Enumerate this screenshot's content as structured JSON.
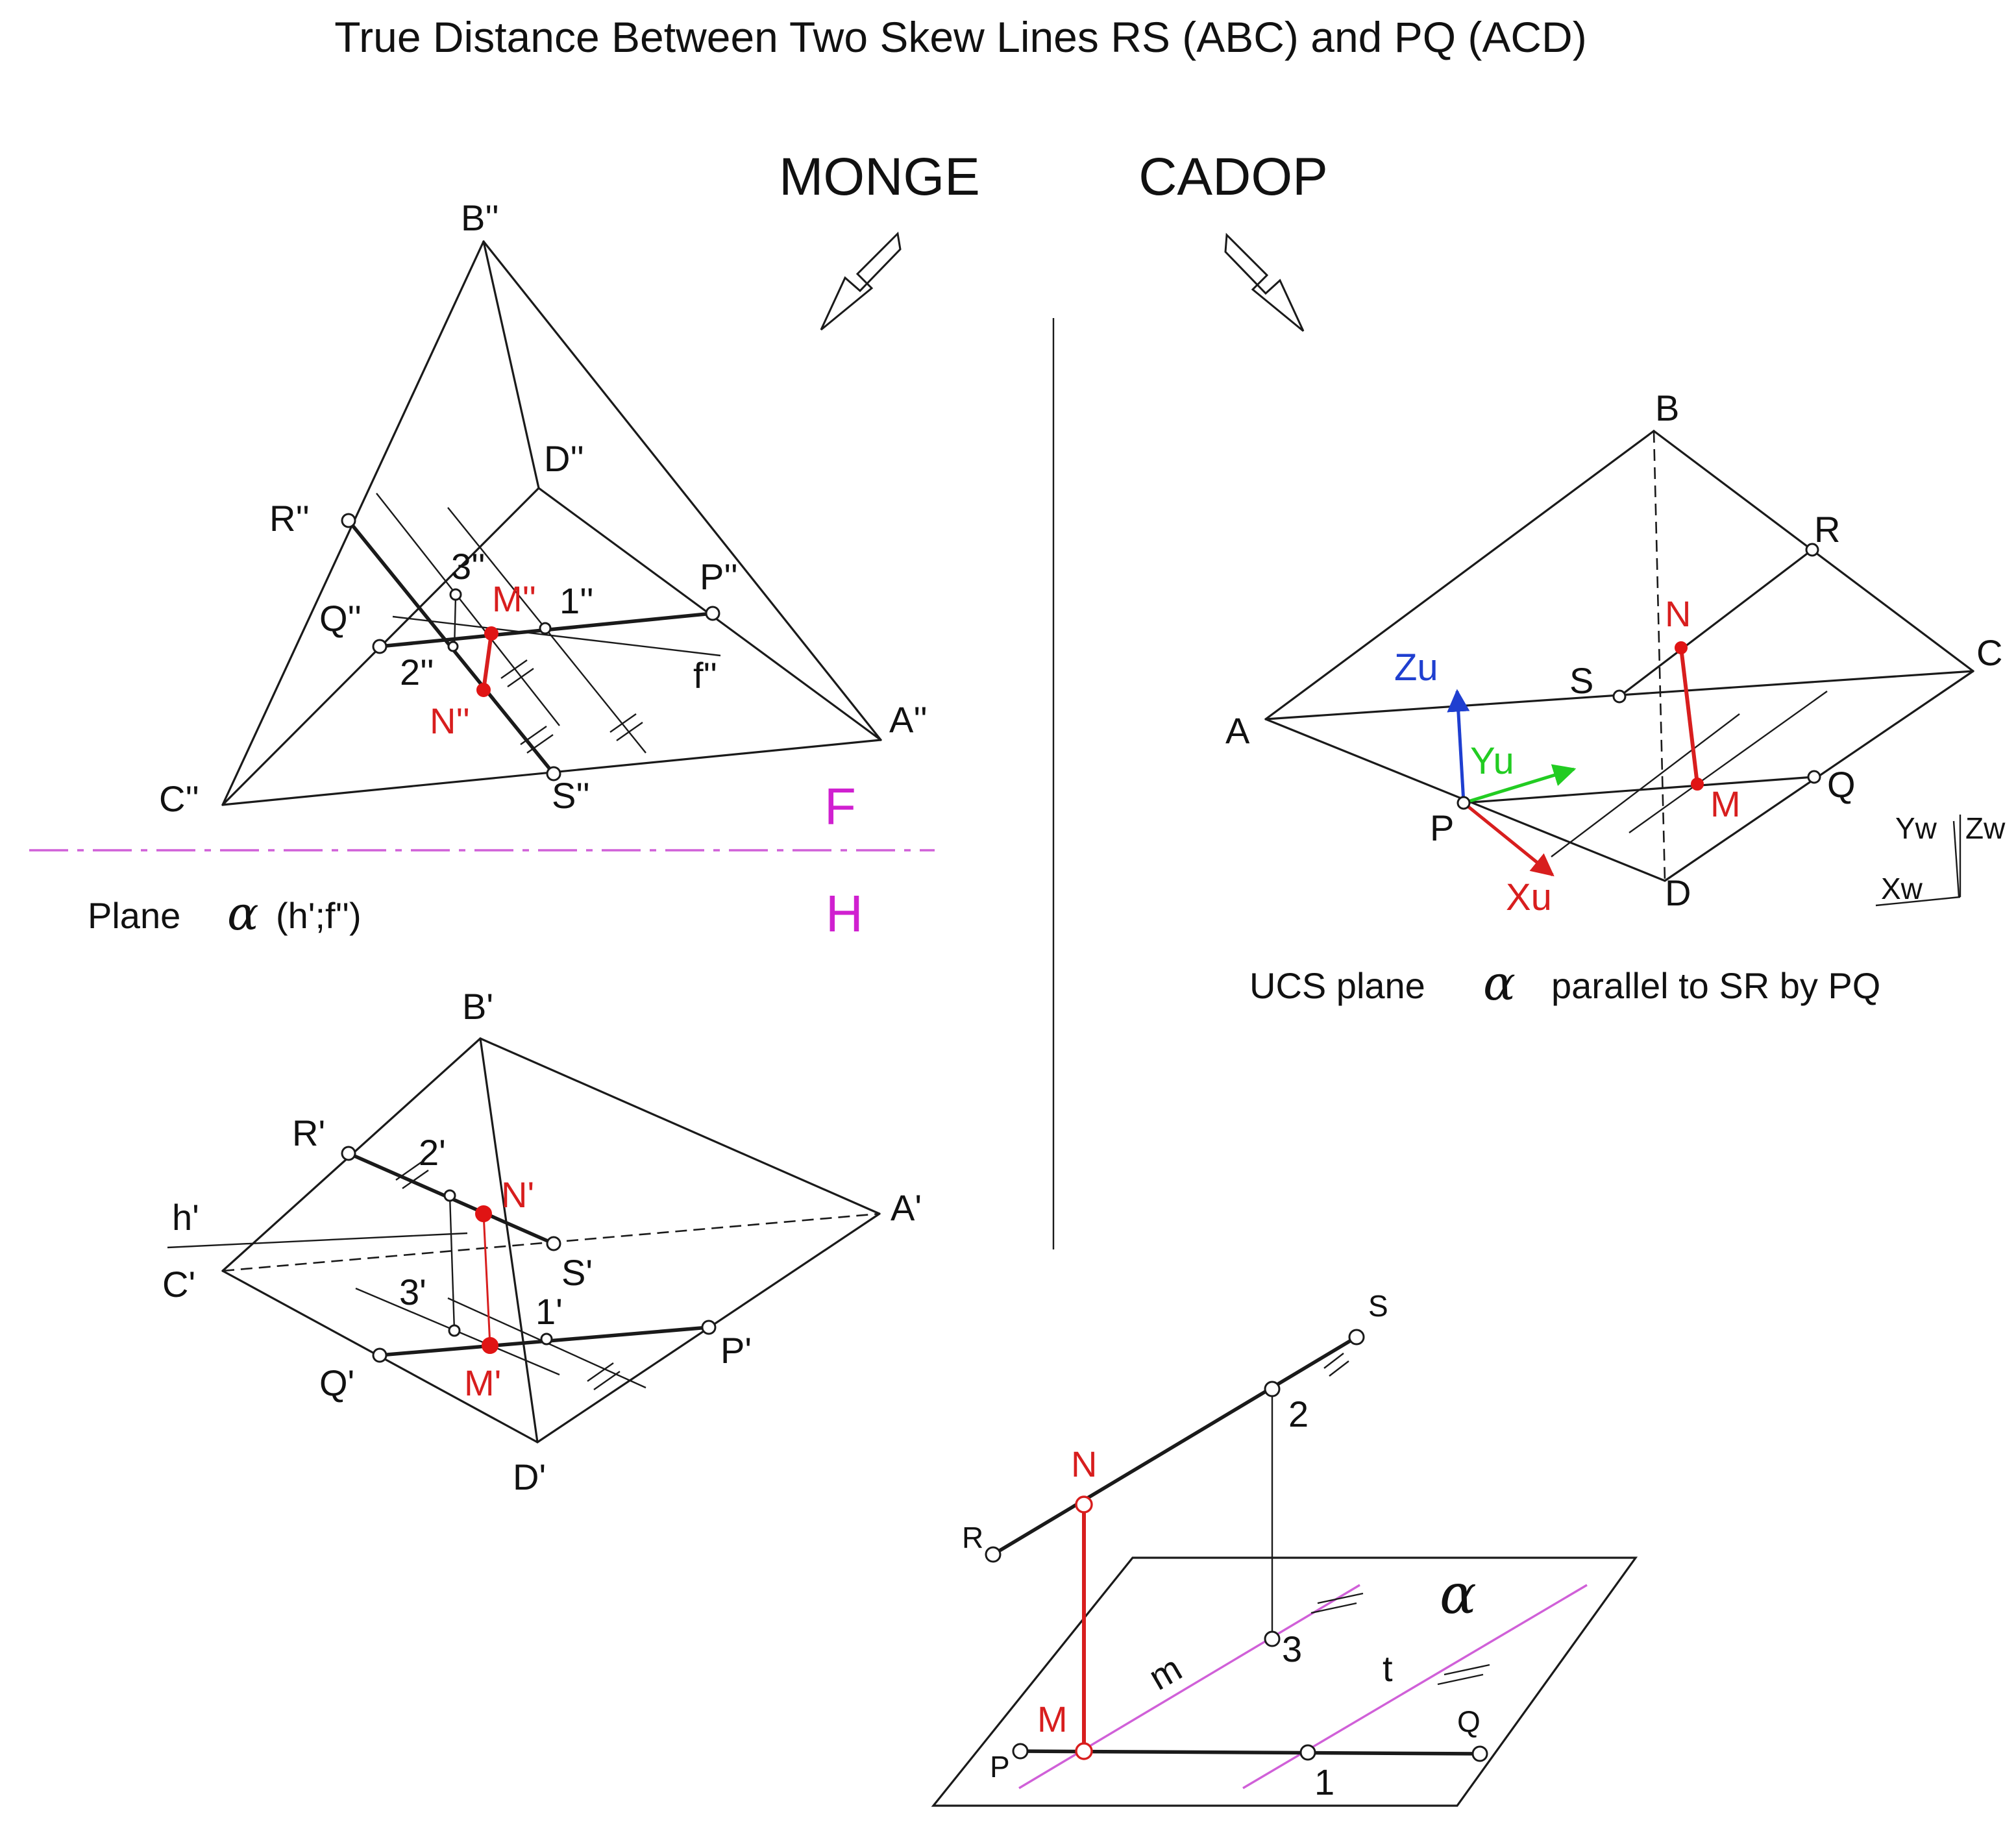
{
  "title": "True Distance Between Two Skew Lines RS (ABC) and PQ (ACD)",
  "headers": {
    "monge": "MONGE",
    "cadop": "CADOP"
  },
  "plane_alpha_label": {
    "prefix": "Plane",
    "alpha": "α",
    "suffix": "(h';f'')"
  },
  "projection_planes": {
    "frontal": "F",
    "horizontal": "H"
  },
  "frontal_view": {
    "points": {
      "B": "B''",
      "D": "D''",
      "R": "R''",
      "P": "P''",
      "Q": "Q''",
      "A": "A''",
      "C": "C''",
      "S": "S''",
      "p1": "1''",
      "p2": "2''",
      "p3": "3''",
      "M": "M''",
      "N": "N''",
      "f": "f''"
    }
  },
  "horizontal_view": {
    "points": {
      "B": "B'",
      "R": "R'",
      "p2": "2'",
      "N": "N'",
      "h": "h'",
      "A": "A'",
      "C": "C'",
      "S": "S'",
      "p3": "3'",
      "p1": "1'",
      "P": "P'",
      "Q": "Q'",
      "M": "M'",
      "D": "D'"
    }
  },
  "cadop_view": {
    "points": {
      "B": "B",
      "R": "R",
      "N": "N",
      "C": "C",
      "S": "S",
      "A": "A",
      "P": "P",
      "M": "M",
      "Q": "Q",
      "D": "D"
    },
    "axes": {
      "zu": "Zu",
      "yu": "Yu",
      "xu": "Xu"
    },
    "world_axes": {
      "yw": "Yw",
      "zw": "Zw",
      "xw": "Xw"
    },
    "caption": {
      "prefix": "UCS plane",
      "alpha": "α",
      "suffix": "parallel to SR by PQ"
    },
    "colors": {
      "zu": "#1f3fd0",
      "yu": "#22cc22",
      "xu": "#d81e1e"
    }
  },
  "detail_view": {
    "points": {
      "S": "S",
      "p2": "2",
      "N": "N",
      "R": "R",
      "alpha": "α",
      "m": "m",
      "p3": "3",
      "t": "t",
      "M": "M",
      "P": "P",
      "Q": "Q",
      "p1": "1"
    }
  },
  "colors": {
    "measurement": "#d81e1e",
    "projection_axis": "#d060d8",
    "plane_lines": "#d060d8"
  }
}
